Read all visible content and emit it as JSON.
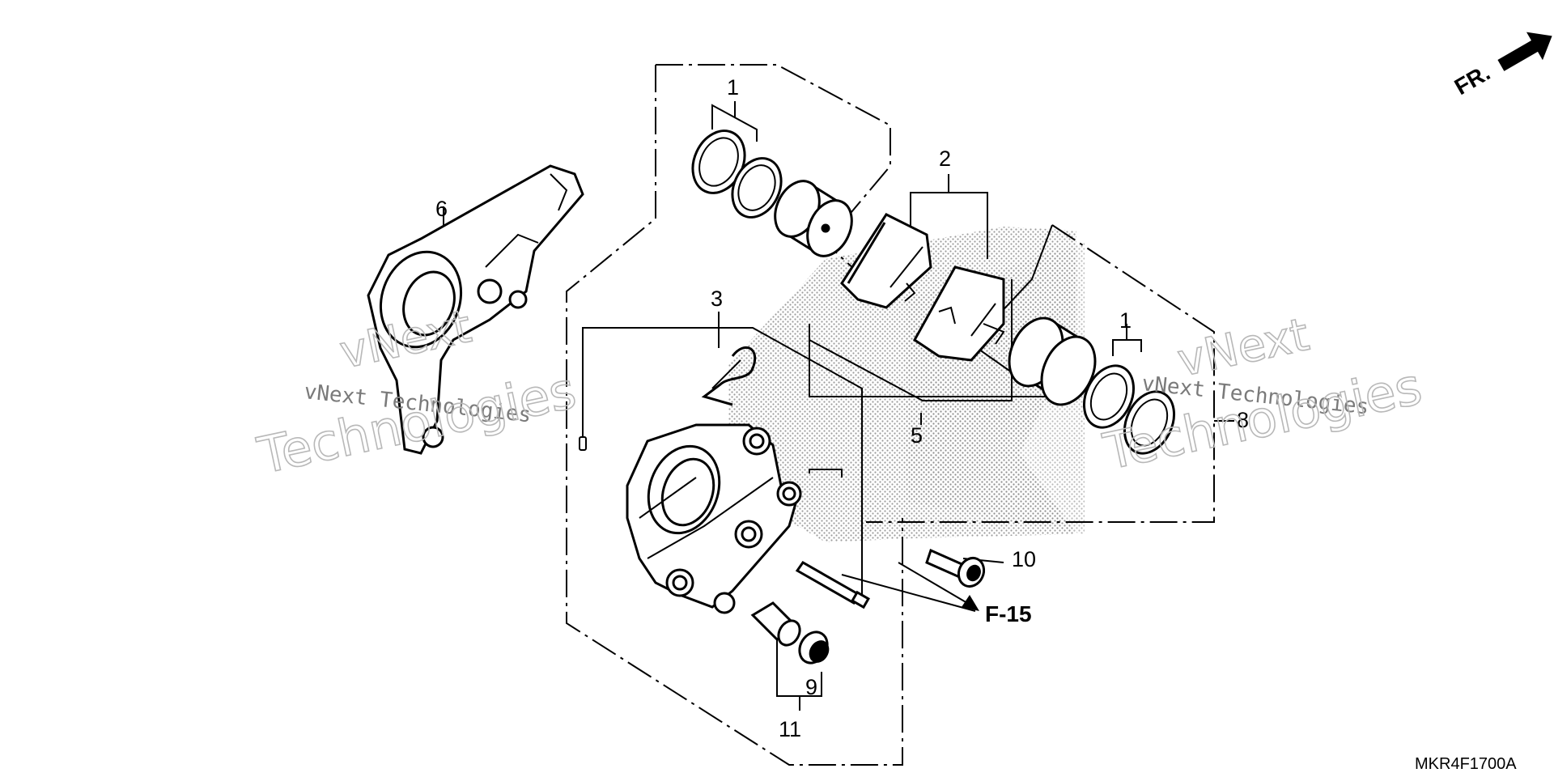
{
  "direction_marker": {
    "text": "FR.",
    "icon": "arrow-icon"
  },
  "callouts": [
    {
      "id": "callout-1-top",
      "text": "1"
    },
    {
      "id": "callout-1-right",
      "text": "1"
    },
    {
      "id": "callout-2",
      "text": "2"
    },
    {
      "id": "callout-3",
      "text": "3"
    },
    {
      "id": "callout-5",
      "text": "5"
    },
    {
      "id": "callout-6",
      "text": "6"
    },
    {
      "id": "callout-8",
      "text": "8"
    },
    {
      "id": "callout-9",
      "text": "9"
    },
    {
      "id": "callout-10",
      "text": "10"
    },
    {
      "id": "callout-11",
      "text": "11"
    }
  ],
  "reference": {
    "text": "F-15"
  },
  "diagram_code": "MKR4F1700A",
  "watermarks": [
    {
      "id": "watermark-left-small",
      "text": "vNext Technologies"
    },
    {
      "id": "watermark-left-large",
      "text": "Technologies"
    },
    {
      "id": "watermark-left-vnext",
      "text": "vNext"
    },
    {
      "id": "watermark-right-small",
      "text": "vNext Technologies"
    },
    {
      "id": "watermark-right-large",
      "text": "Technologies"
    },
    {
      "id": "watermark-right-vnext",
      "text": "vNext"
    }
  ]
}
